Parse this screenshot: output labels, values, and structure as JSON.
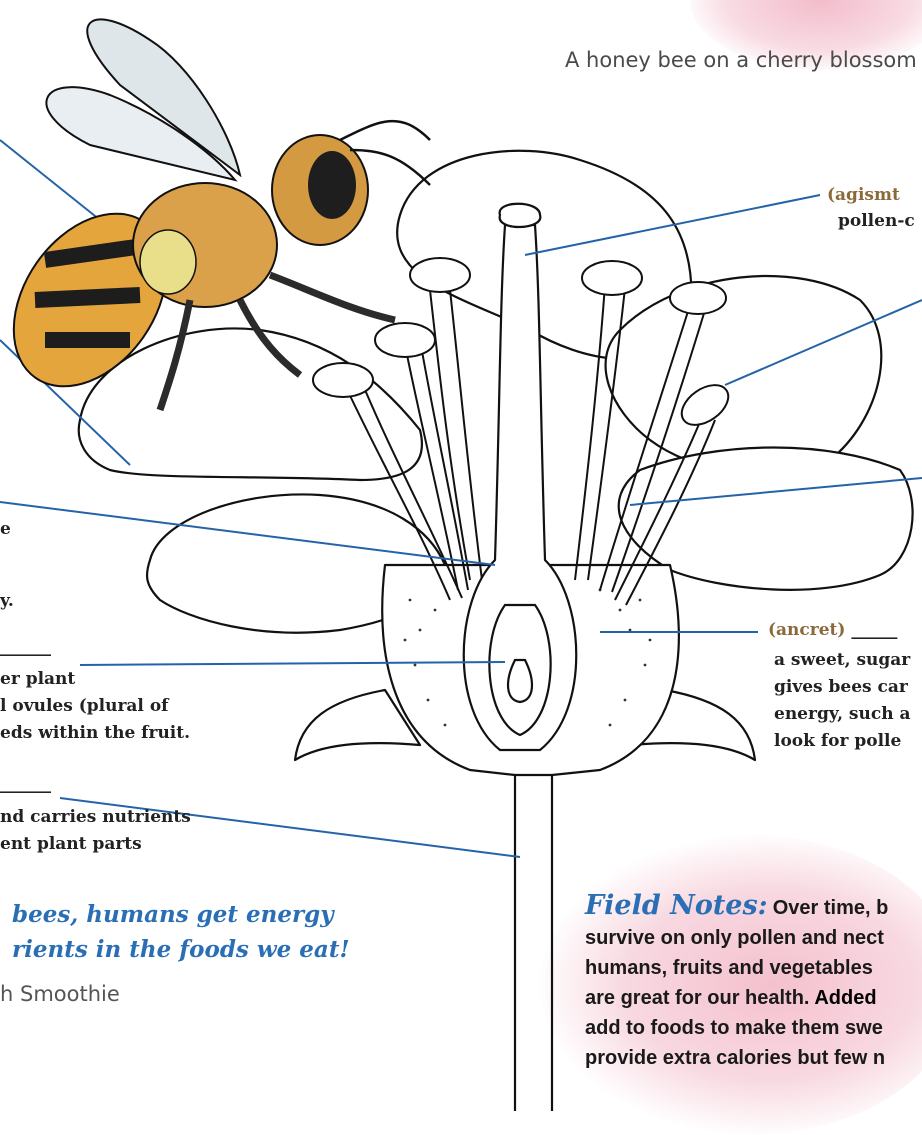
{
  "caption": "A honey bee on a cherry blossom ju",
  "labels": {
    "stigma": {
      "scrambled": "(agismt",
      "description": "pollen-c"
    },
    "nectar": {
      "scrambled": "(ancret)",
      "blank": "______",
      "description": [
        "a sweet, sugar",
        "gives bees car",
        "energy, such a",
        "look for polle"
      ]
    },
    "left_partial": [
      "e",
      "y."
    ],
    "ovary": {
      "blank": "______",
      "description": [
        "er plant",
        "l ovules (plural of",
        "eds within the fruit."
      ]
    },
    "stem": {
      "blank": "______",
      "description_prefix": "nd carries ",
      "description_term": "nutrients",
      "description_line2": "ent plant parts"
    }
  },
  "tagline": [
    "bees, humans get energy",
    "rients in the foods we eat!"
  ],
  "smoothie": "h Smoothie",
  "field_notes": {
    "title": "Field Notes:",
    "lines": [
      "Over time, b",
      "survive on only pollen and nect",
      "humans, fruits and vegetables",
      "are great for our health.",
      "add to foods to make them swe",
      "provide extra calories but few n"
    ],
    "added_term": "Added"
  },
  "colors": {
    "leader": "#2563a8",
    "accent": "#2a6fb5",
    "scramble": "#8a6a3a",
    "blossom": "#f6c9d4"
  }
}
